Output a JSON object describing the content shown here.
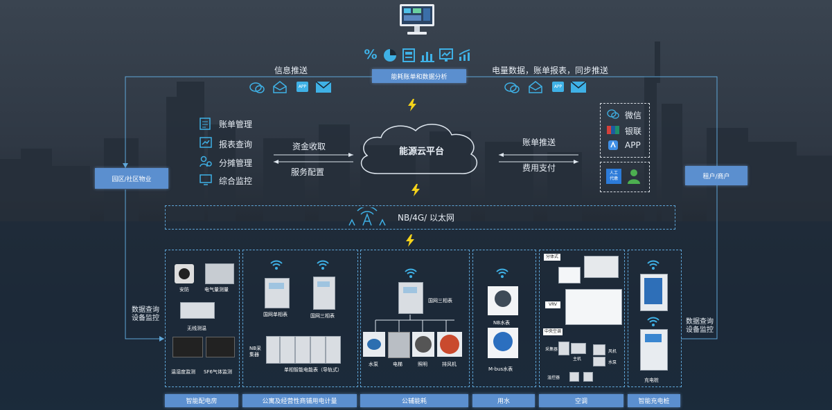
{
  "top": {
    "analysis_label": "能耗账单和数据分析",
    "info_push": "信息推送",
    "data_push": "电量数据，账单报表，同步推送"
  },
  "left_node": "园区/社区物业",
  "right_node": "租户/商户",
  "menu": [
    "账单管理",
    "报表查询",
    "分摊管理",
    "综合监控"
  ],
  "left_flows": {
    "top": "资金收取",
    "bottom": "服务配置"
  },
  "cloud": "能源云平台",
  "right_flows": {
    "top": "账单推送",
    "bottom": "费用支付"
  },
  "payment": {
    "items": [
      "微信",
      "银联",
      "APP"
    ],
    "manual_label": "人工\n代缴"
  },
  "network": "NB/4G/ 以太网",
  "side_labels": {
    "left": "数据查询\n设备监控",
    "right": "数据查询\n设备监控"
  },
  "app_icon_text": "APP",
  "sections": [
    {
      "title": "智能配电房",
      "devices": [
        "安防",
        "电气量测量",
        "无线测温",
        "温湿度监测",
        "SF6气体监测"
      ]
    },
    {
      "title": "公寓及经营性商铺用电计量",
      "devices": [
        "国网单相表",
        "国网三相表",
        "NB采集器",
        "单相智能电能表（导轨式）"
      ]
    },
    {
      "title": "公辅能耗",
      "devices": [
        "国网三相表",
        "水泵",
        "电梯",
        "照明",
        "排风机"
      ]
    },
    {
      "title": "用水",
      "devices": [
        "NB水表",
        "M-bus水表"
      ]
    },
    {
      "title": "空调",
      "devices": [
        "分体式",
        "VRV",
        "中央空调",
        "采集器",
        "温控器",
        "风机",
        "水泵",
        "主机",
        "温控器"
      ]
    },
    {
      "title": "智能充电桩",
      "devices": [
        "充电桩"
      ]
    }
  ],
  "colors": {
    "accent": "#3fb1e6",
    "node": "#5b8fcf",
    "dash": "#5fa7d9",
    "bolt": "#f5d31a"
  }
}
